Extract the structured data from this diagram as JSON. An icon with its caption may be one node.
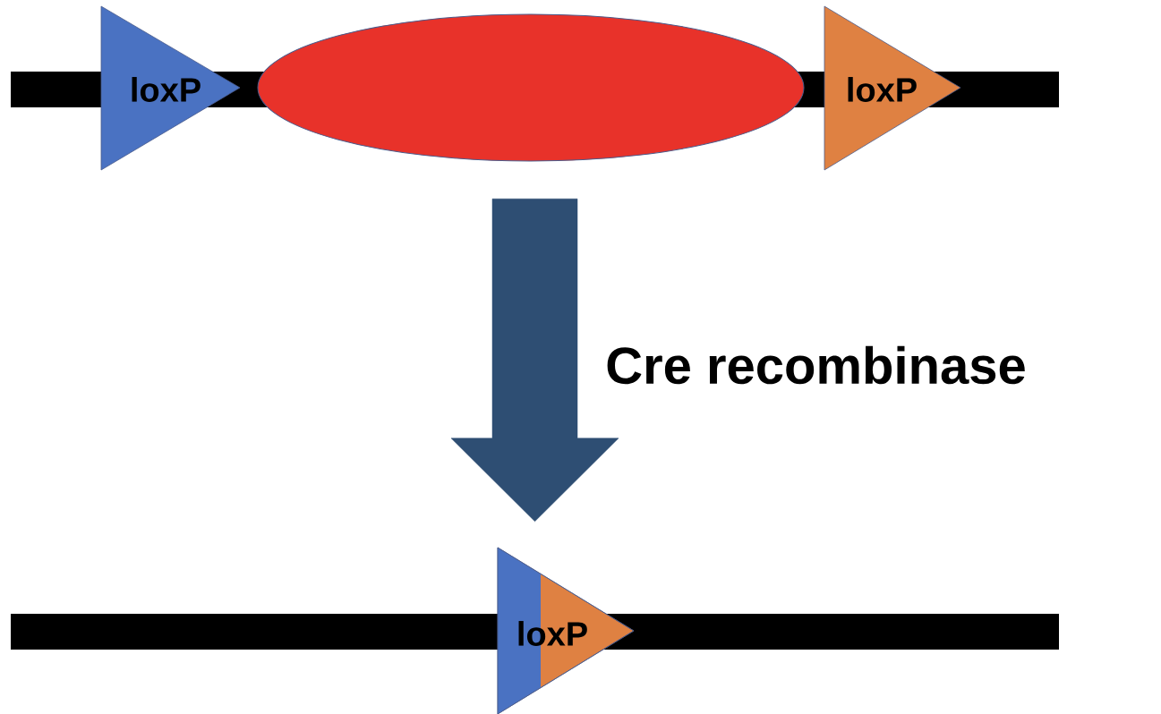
{
  "diagram": {
    "nodes": [
      {
        "text": [],
        "shape": "bar"
      },
      {
        "text": [
          "loxP"
        ]
      },
      {
        "text": [],
        "shape": "ellipse"
      },
      {
        "text": [
          "loxP"
        ]
      },
      {
        "text": [],
        "shape": "bar"
      },
      {
        "text": [
          "loxP"
        ]
      }
    ],
    "edges": [
      {
        "from": 0,
        "to": 4,
        "arrow": "to",
        "style": "thick",
        "label": "Cre recombinase"
      }
    ]
  }
}
